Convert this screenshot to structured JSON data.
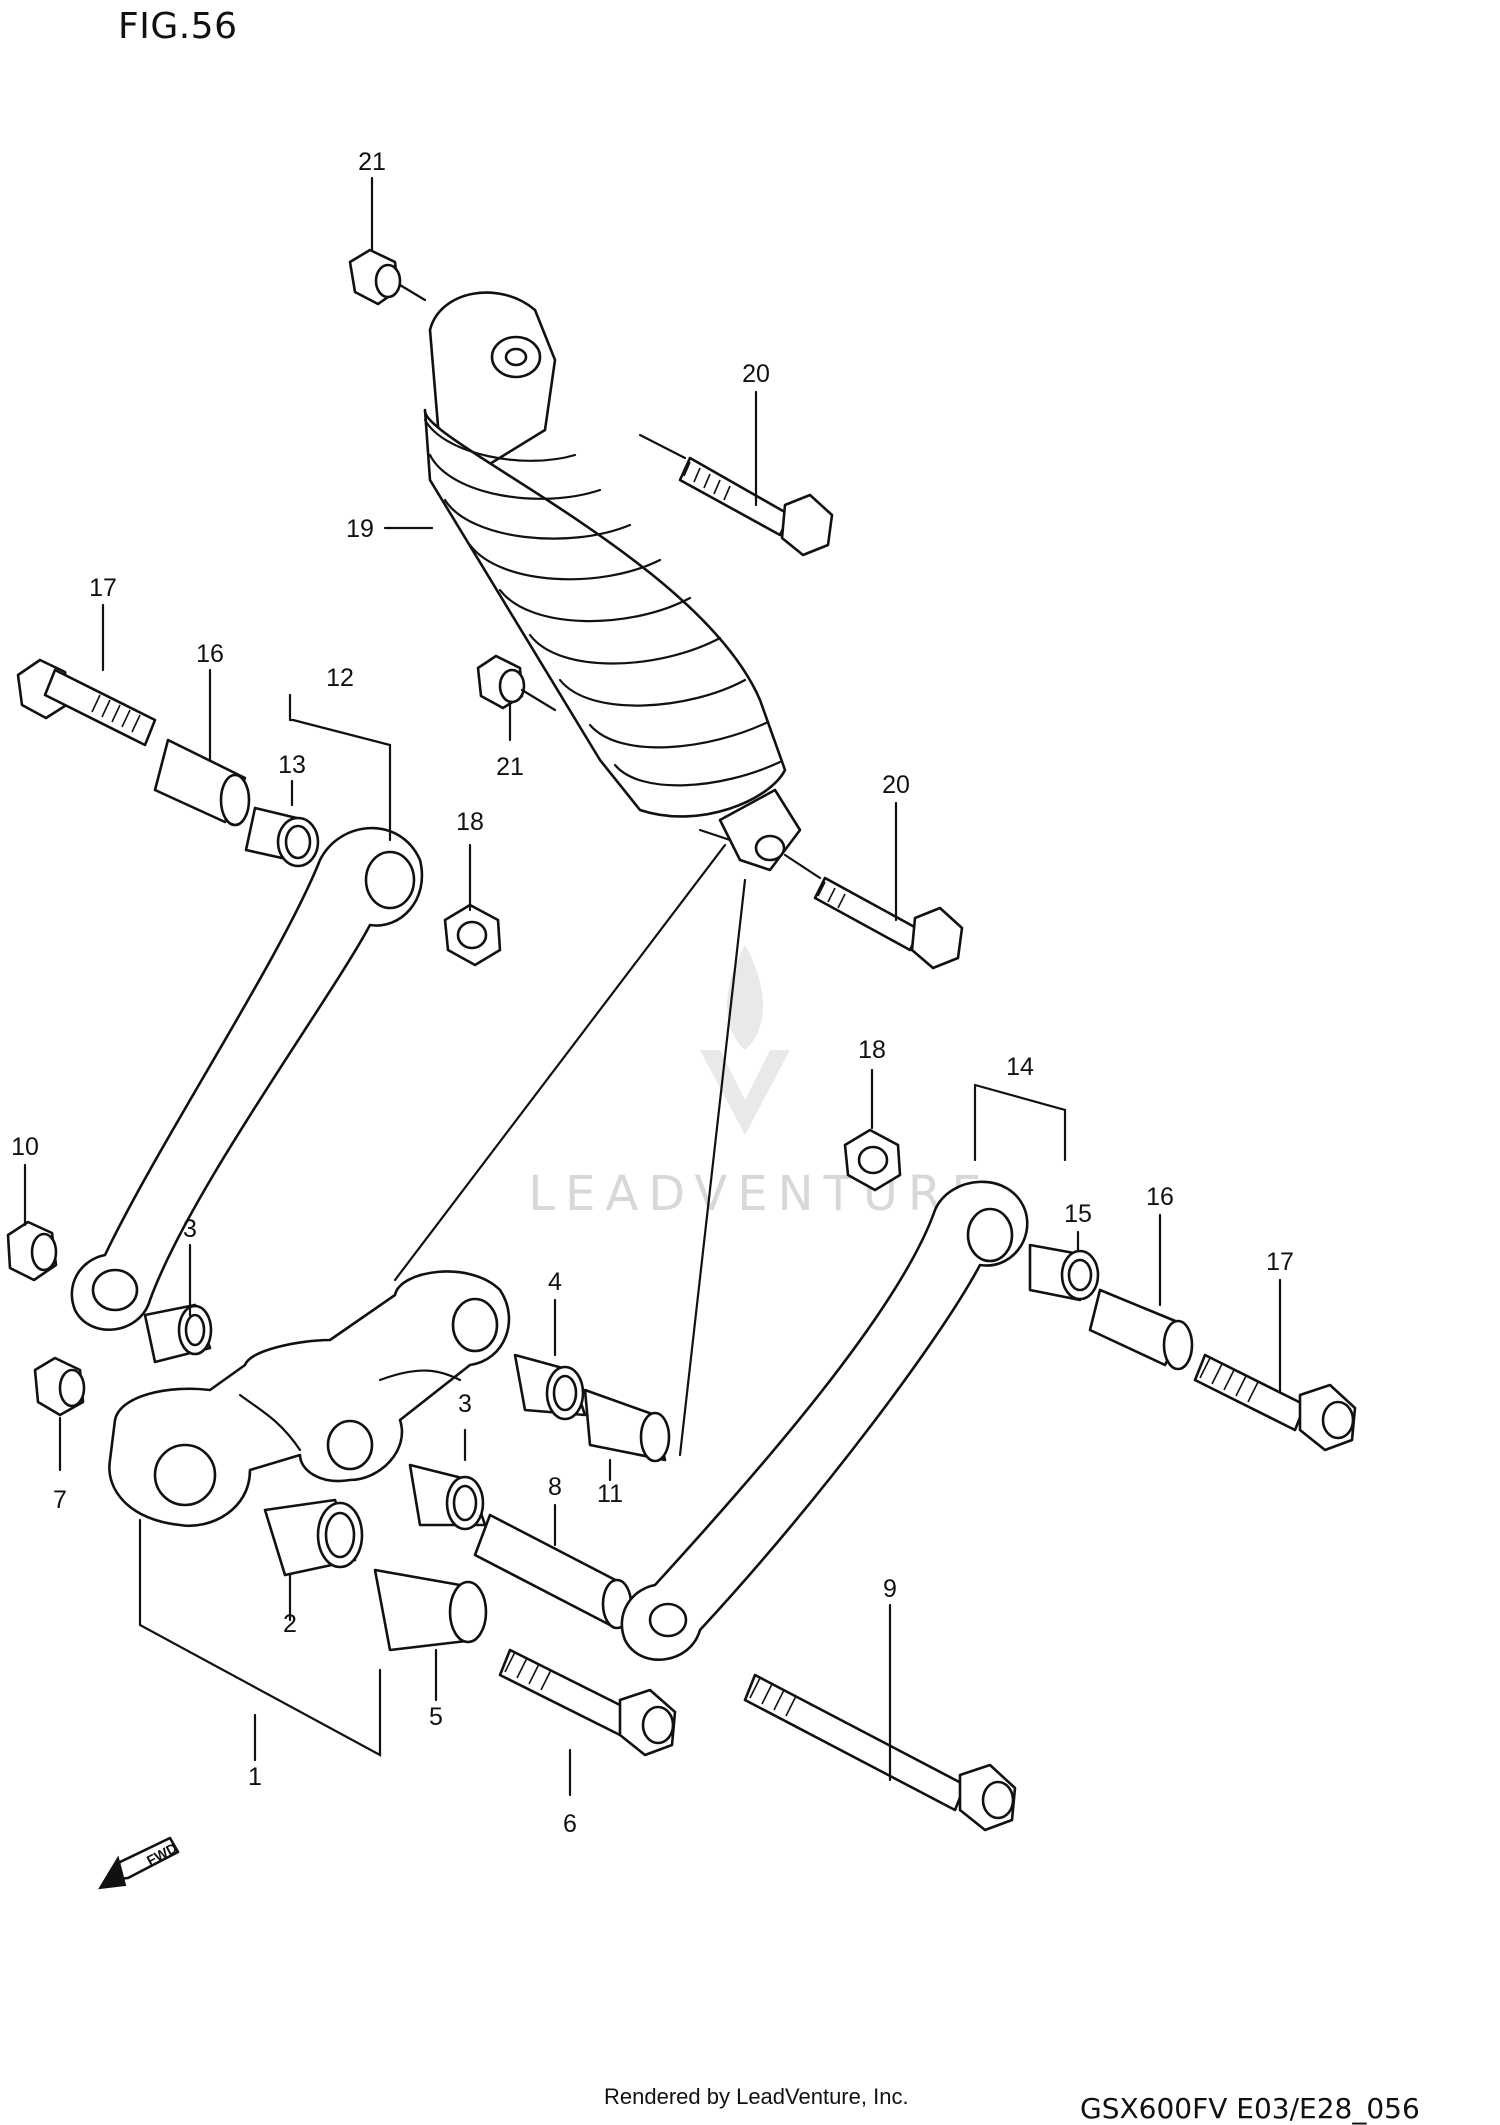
{
  "figure_title": "FIG.56",
  "watermark_text": "LEADVENTURE",
  "fwd_label": "FWD",
  "footer": {
    "rendered_by": "Rendered by LeadVenture, Inc.",
    "diagram_code": "GSX600FV E03/E28_056"
  },
  "callouts": {
    "c1": "1",
    "c2": "2",
    "c3a": "3",
    "c3b": "3",
    "c4": "4",
    "c5": "5",
    "c6": "6",
    "c7": "7",
    "c8": "8",
    "c9": "9",
    "c10": "10",
    "c11": "11",
    "c12": "12",
    "c13": "13",
    "c14": "14",
    "c15": "15",
    "c16a": "16",
    "c16b": "16",
    "c17a": "17",
    "c17b": "17",
    "c18a": "18",
    "c18b": "18",
    "c19": "19",
    "c20a": "20",
    "c20b": "20",
    "c21a": "21",
    "c21b": "21"
  }
}
